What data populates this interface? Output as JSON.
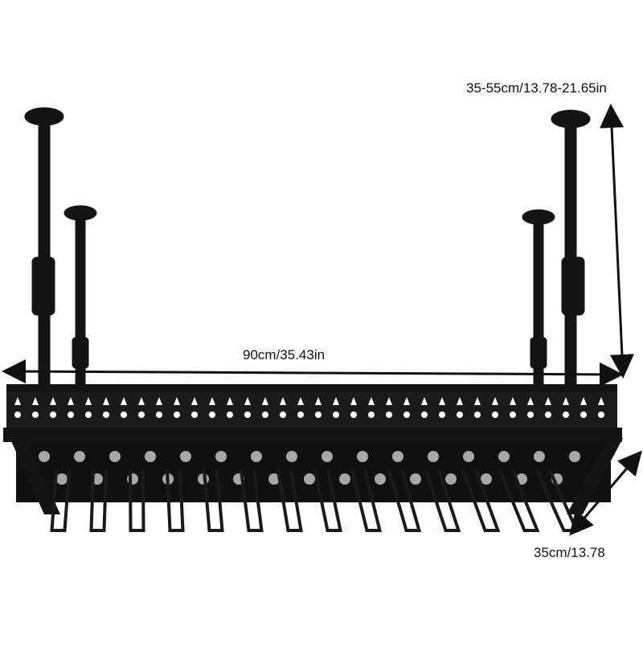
{
  "product": {
    "name_icon": "hanging-wine-glass-rack-icon"
  },
  "dimensions": {
    "height": "35-55cm/13.78-21.65in",
    "width": "90cm/35.43in",
    "depth": "35cm/13.78"
  },
  "colors": {
    "metal": "#141414",
    "background": "#ffffff",
    "arrow": "#111111"
  }
}
